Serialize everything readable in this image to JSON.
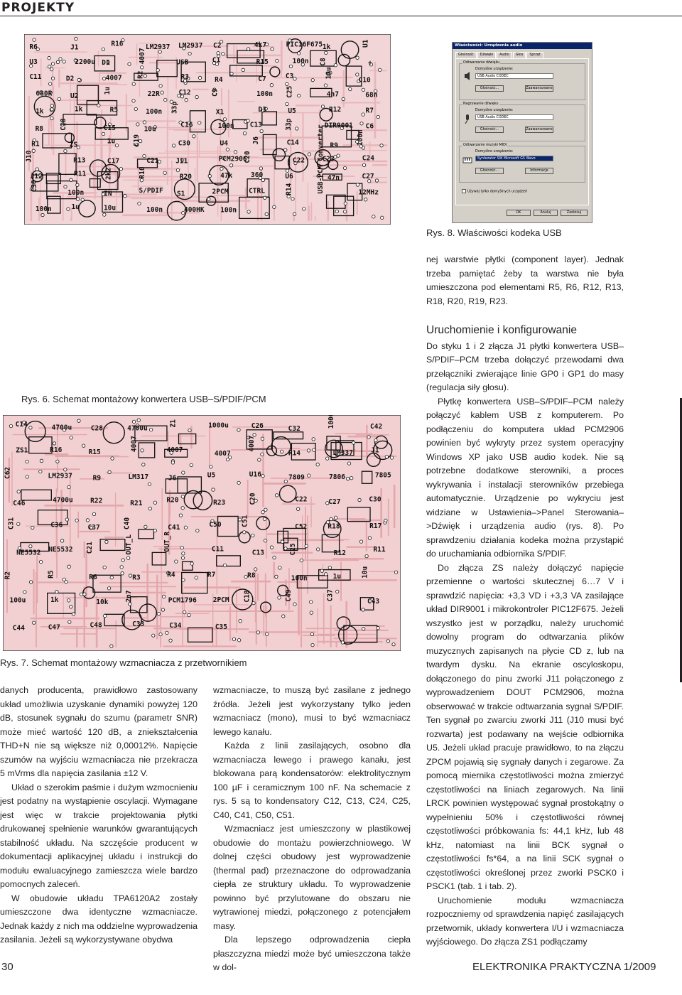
{
  "header": {
    "section": "PROJEKTY"
  },
  "figures": {
    "fig6": {
      "caption": "Rys. 6. Schemat montażowy konwertera USB–S/PDIF/PCM",
      "labels": [
        "R6",
        "J1",
        "R16",
        "LM2937",
        "LM2937",
        "C2",
        "4k7",
        "PIC16F675",
        "1k",
        "U1",
        "U3",
        "2200u",
        "D1",
        "4007",
        "USB",
        "C1",
        "R15",
        "100n",
        "C8",
        "+",
        "C11",
        "D2",
        "4007",
        "R2",
        "R3",
        "R4",
        "C7",
        "C3",
        "10u",
        "C10",
        "680R",
        "U2",
        "1u",
        "22R",
        "C12",
        "C9",
        "100n",
        "C25",
        "4n7",
        "68n",
        "1k",
        "1k",
        "R5",
        "100n",
        "33p",
        "X1",
        "D3",
        "U5",
        "R12",
        "R7",
        "R8",
        "C18",
        "C15",
        "10u",
        "C16",
        "100n",
        "C13",
        "33p",
        "DIR9001",
        "C6",
        "R1",
        "ZS",
        "1u",
        "C19",
        "C30",
        "U4",
        "J6",
        "C14",
        "R9",
        "100n",
        "J10",
        "R13",
        "C17",
        "C21",
        "J11",
        "PCM2906",
        "C20",
        "C22",
        "C23",
        "C24",
        "J12",
        "R11",
        "2k2",
        "R10",
        "R20",
        "47k",
        "360",
        "U6",
        "47n",
        "C27",
        "C30",
        "100n",
        "IN",
        "S/PDIF",
        "S1",
        "2PCM",
        "CTRL",
        "R14",
        "USB-PCM Converter",
        "12MHz",
        "100n",
        "1u",
        "10u",
        "100n",
        "400HK",
        "100n"
      ]
    },
    "fig7": {
      "caption": "Rys. 7. Schemat montażowy wzmacniacza z przetwornikiem",
      "labels": [
        "C14",
        "4700u",
        "C28",
        "4700u",
        "Z1",
        "1000u",
        "C26",
        "C32",
        "1000u",
        "C42",
        "ZS1",
        "R16",
        "R15",
        "4007",
        "4007",
        "4007",
        "4007",
        "R14",
        "LM337",
        "J1",
        "C62",
        "LM2937",
        "R9",
        "LM317",
        "J6",
        "U5",
        "U16",
        "7809",
        "7806",
        "7805",
        "C46",
        "4700u",
        "R22",
        "R21",
        "R20",
        "R23",
        "C20",
        "C22",
        "C27",
        "C30",
        "C31",
        "C36",
        "C37",
        "C40",
        "C41",
        "C50",
        "C51",
        "C52",
        "R18",
        "R17",
        "NE5532",
        "NE5532",
        "C21",
        "OUT_L",
        "OUT_R",
        "C11",
        "C13",
        "C25",
        "R12",
        "R11",
        "R2",
        "R5",
        "R6",
        "R3",
        "R4",
        "R7",
        "R8",
        "100n",
        "1u",
        "10u",
        "100u",
        "1k",
        "10k",
        "2n7",
        "PCM1796",
        "2PCM",
        "C18",
        "C49",
        "C37",
        "C43",
        "C44",
        "C47",
        "C48",
        "C33",
        "C34",
        "C35"
      ]
    },
    "fig8": {
      "caption": "Rys. 8. Właściwości kodeka USB",
      "dialog": {
        "title": "Właściwości: Urządzenia audio",
        "tabs": [
          "Głośność",
          "Dźwięki",
          "Audio",
          "Głos",
          "Sprzęt"
        ],
        "group1_title": "Odtwarzanie dźwięku",
        "group1_label": "Domyślne urządzenie:",
        "group1_device": "USB Audio CODEC",
        "group1_button": "Głośność...",
        "group1_button2": "Zaawansowane",
        "group2_title": "Nagrywanie dźwięku",
        "group2_label": "Domyślne urządzenie:",
        "group2_device": "USB Audio CODEC",
        "group2_button": "Głośność...",
        "group2_button2": "Zaawansowane",
        "group3_title": "Odtwarzanie muzyki MIDI",
        "group3_label": "Domyślne urządzenie:",
        "group3_device": "Syntezator SW Microsoft GS Wave",
        "group3_button": "Głośność...",
        "group3_button2": "Informacje",
        "checkbox": "Używaj tylko domyślnych urządzeń",
        "ok": "OK",
        "cancel": "Anuluj",
        "apply": "Zastosuj"
      }
    }
  },
  "columns": {
    "right_top": "nej warstwie płytki (component layer). Jednak trzeba pamiętać żeby ta warstwa nie była umieszczona pod elementami R5, R6, R12, R13, R18, R20, R19, R23.",
    "right_heading": "Uruchomienie i konfigurowanie",
    "right_paragraphs": [
      "Do styku 1 i 2 złącza J1 płytki konwertera USB–S/PDIF–PCM trzeba dołączyć przewodami dwa przełączniki zwierające linie GP0 i GP1 do masy (regulacja siły głosu).",
      "Płytkę konwertera USB–S/PDIF–PCM należy połączyć kablem USB z komputerem. Po podłączeniu do komputera układ PCM2906 powinien być wykryty przez system operacyjny Windows XP jako USB audio kodek. Nie są potrzebne dodatkowe sterowniki, a proces wykrywania i instalacji sterowników przebiega automatycznie. Urządzenie po wykryciu jest widziane w Ustawienia–>Panel Sterowania–>Dźwięk i urządzenia audio (rys. 8). Po sprawdzeniu działania kodeka można przystąpić do uruchamiania odbiornika S/PDIF.",
      "Do złącza ZS należy dołączyć napięcie przemienne o wartości skutecznej 6…7 V i sprawdzić napięcia: +3,3 VD i +3,3 VA zasilające układ DIR9001 i mikrokontroler PIC12F675. Jeżeli wszystko jest w porządku, należy uruchomić dowolny program do odtwarzania plików muzycznych zapisanych na płycie CD z, lub na twardym dysku. Na ekranie oscyloskopu, dołączonego do pinu zworki J11 połączonego z wyprowadzeniem DOUT PCM2906, można obserwować w trakcie odtwarzania sygnał S/PDIF. Ten sygnał po zwarciu zworki J11 (J10 musi być rozwarta) jest podawany na wejście odbiornika U5. Jeżeli układ pracuje prawidłowo, to na złączu ZPCM pojawią się sygnały danych i zegarowe. Za pomocą miernika częstotliwości można zmierzyć częstotliwości na liniach zegarowych. Na linii LRCK powinien występować sygnał prostokątny o wypełnieniu 50% i częstotliwości równej częstotliwości próbkowania fs: 44,1 kHz, lub 48 kHz, natomiast na linii BCK sygnał o częstotliwości fs*64, a na linii SCK sygnał o częstotliwości określonej przez zworki PSCK0 i PSCK1 (tab. 1 i tab. 2).",
      "Uruchomienie modułu wzmacniacza rozpoczniemy od sprawdzenia napięć zasilających przetwornik, układy konwertera I/U i wzmacniacza wyjściowego. Do złącza ZS1 podłączamy"
    ],
    "left_paragraphs": [
      "danych producenta, prawidłowo zastosowany układ umożliwia uzyskanie dynamiki powyżej 120 dB, stosunek sygnału do szumu (parametr SNR) może mieć wartość 120 dB, a zniekształcenia THD+N nie są większe niż 0,00012%. Napięcie szumów na wyjściu wzmacniacza nie przekracza 5 mVrms dla napięcia zasilania ±12 V.",
      "Układ o szerokim paśmie i dużym wzmocnieniu jest podatny na wystąpienie oscylacji. Wymagane jest więc w trakcie projektowania płytki drukowanej spełnienie warunków gwarantujących stabilność układu. Na szczęście producent w dokumentacji aplikacyjnej układu i instrukcji do modułu ewaluacyjnego zamieszcza wiele bardzo pomocnych zaleceń.",
      "W obudowie układu TPA6120A2 zostały umieszczone dwa identyczne wzmacniacze. Jednak każdy z nich ma oddzielne wyprowadzenia zasilania. Jeżeli są wykorzystywane obydwa"
    ],
    "mid_paragraphs": [
      "wzmacniacze, to muszą być zasilane z jednego źródła. Jeżeli jest wykorzystany tylko jeden wzmacniacz (mono), musi to być wzmacniacz lewego kanału.",
      "Każda z linii zasilających, osobno dla wzmacniacza lewego i prawego kanału, jest blokowana parą kondensatorów: elektrolitycznym 100 µF i ceramicznym 100 nF. Na schemacie z rys. 5 są to kondensatory C12, C13, C24, C25, C40, C41, C50, C51.",
      "Wzmacniacz jest umieszczony w plastikowej obudowie do montażu powierzchniowego. W dolnej części obudowy jest wyprowadzenie (thermal pad) przeznaczone do odprowadzania ciepła ze struktury układu. To wyprowadzenie powinno być przylutowane do obszaru nie wytrawionej miedzi, połączonego z potencjałem masy.",
      "Dla lepszego odprowadzenia ciepła płaszczyzna miedzi może być umieszczona także w dol-"
    ]
  },
  "footer": {
    "page": "30",
    "magazine": "ELEKTRONIKA PRAKTYCZNA 1/2009"
  }
}
